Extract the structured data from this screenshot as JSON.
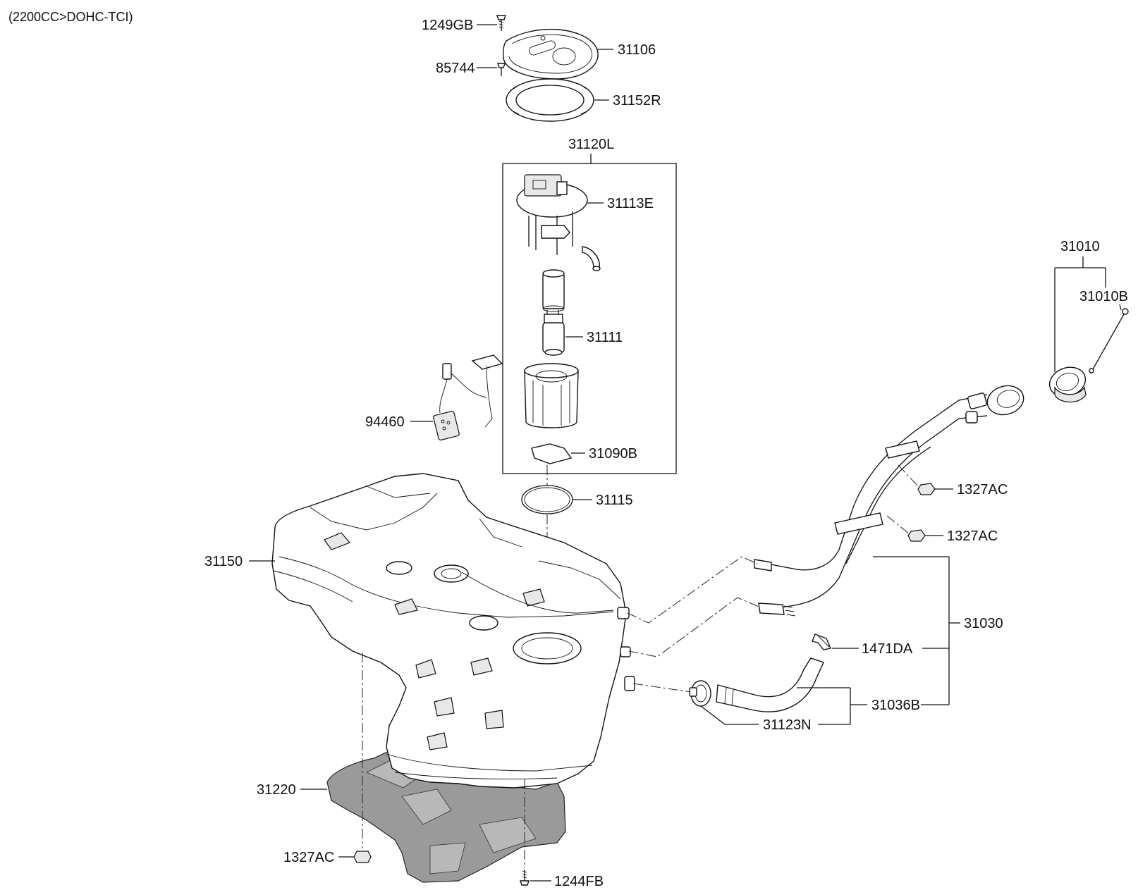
{
  "title": "(2200CC>DOHC-TCI)",
  "labels": {
    "p1249GB": "1249GB",
    "p85744": "85744",
    "p31106": "31106",
    "p31152R": "31152R",
    "p31120L": "31120L",
    "p31113E": "31113E",
    "p31111": "31111",
    "p94460": "94460",
    "p31090B": "31090B",
    "p31115": "31115",
    "p31150": "31150",
    "p31220": "31220",
    "p1327AC_bottom": "1327AC",
    "p1244FB": "1244FB",
    "p31010": "31010",
    "p31010B": "31010B",
    "p1327AC_top": "1327AC",
    "p1327AC_mid": "1327AC",
    "p31030": "31030",
    "p1471DA": "1471DA",
    "p31036B": "31036B",
    "p31123N": "31123N"
  }
}
